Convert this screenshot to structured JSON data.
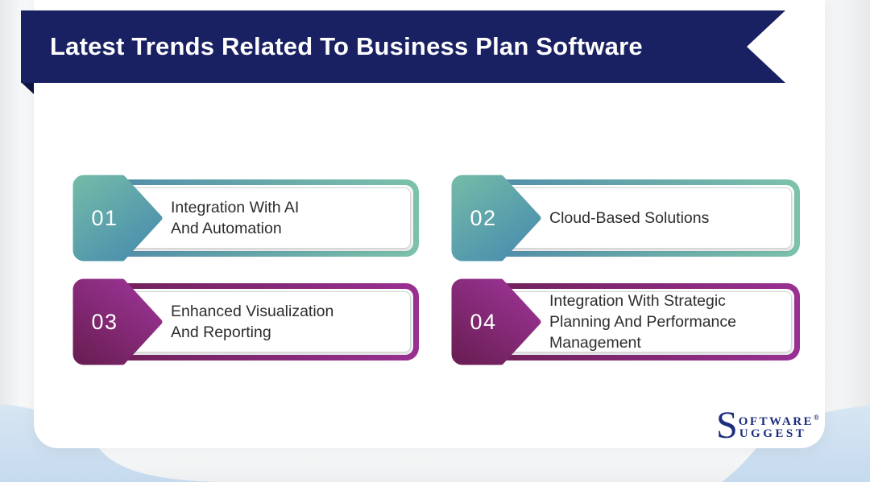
{
  "banner": {
    "title": "Latest Trends Related To Business Plan Software"
  },
  "items": [
    {
      "number": "01",
      "label": "Integration With AI\nAnd Automation",
      "theme": "teal"
    },
    {
      "number": "02",
      "label": "Cloud-Based Solutions",
      "theme": "teal"
    },
    {
      "number": "03",
      "label": "Enhanced Visualization\nAnd Reporting",
      "theme": "purple"
    },
    {
      "number": "04",
      "label": "Integration With Strategic\nPlanning And Performance\nManagement",
      "theme": "purple"
    }
  ],
  "logo": {
    "initial": "S",
    "top": "OFTWARE",
    "registered": "®",
    "bottom": "UGGEST"
  },
  "colors": {
    "banner-navy": "#1a2163",
    "banner-fold": "#0d1342",
    "card-white": "#ffffff",
    "teal-border-start": "#4d86a9",
    "teal-border-end": "#7cc2ab",
    "teal-badge-start": "#74baa8",
    "teal-badge-end": "#4a8fad",
    "purple-border-start": "#6b1f54",
    "purple-border-end": "#993093",
    "purple-badge-start": "#9c3496",
    "purple-badge-end": "#6b1e55",
    "blob-blue-light": "#d8e6f3",
    "blob-blue": "#c5daee",
    "text-dark": "#2d2d2f",
    "logo-navy": "#1d2e7d"
  }
}
